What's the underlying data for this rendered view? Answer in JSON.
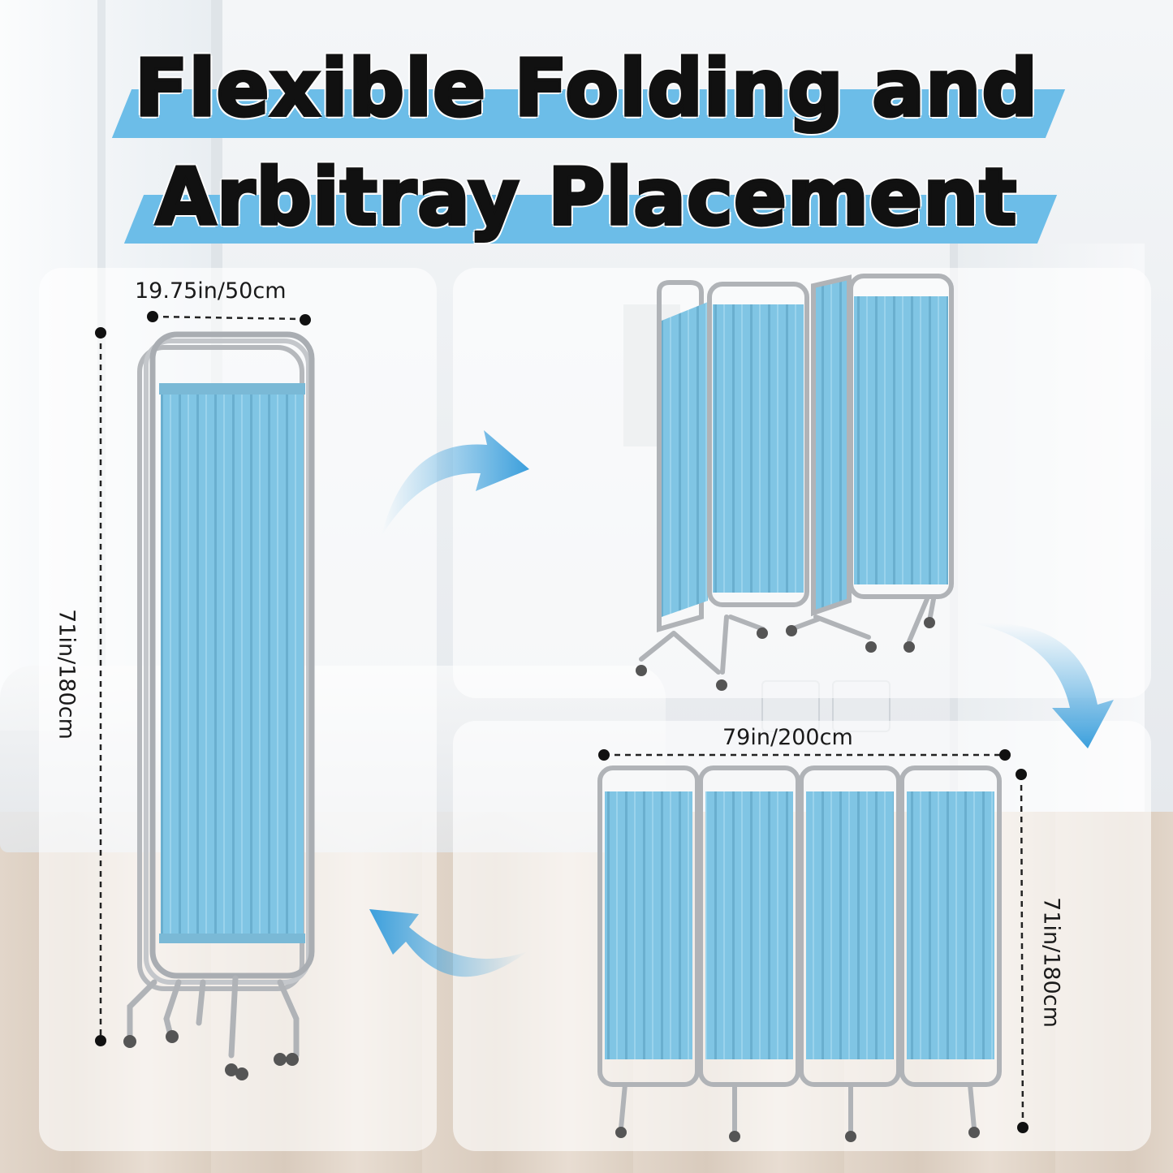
{
  "title": {
    "line1": "Flexible Folding and",
    "line2": "Arbitray Placement"
  },
  "dimensions": {
    "single_panel_width": "19.75in/50cm",
    "single_panel_height": "71in/180cm",
    "unfolded_width": "79in/200cm",
    "unfolded_height": "71in/180cm"
  },
  "colors": {
    "accent_stripe": "#6cbde8",
    "curtain": "#7cc3e2",
    "frame": "#b9bcc0",
    "arrow": "#4da9e0",
    "title_text": "#111111"
  },
  "icons": {
    "arrow_top": "curved-arrow-icon",
    "arrow_right": "curved-arrow-icon",
    "arrow_bottom": "curved-arrow-icon"
  }
}
